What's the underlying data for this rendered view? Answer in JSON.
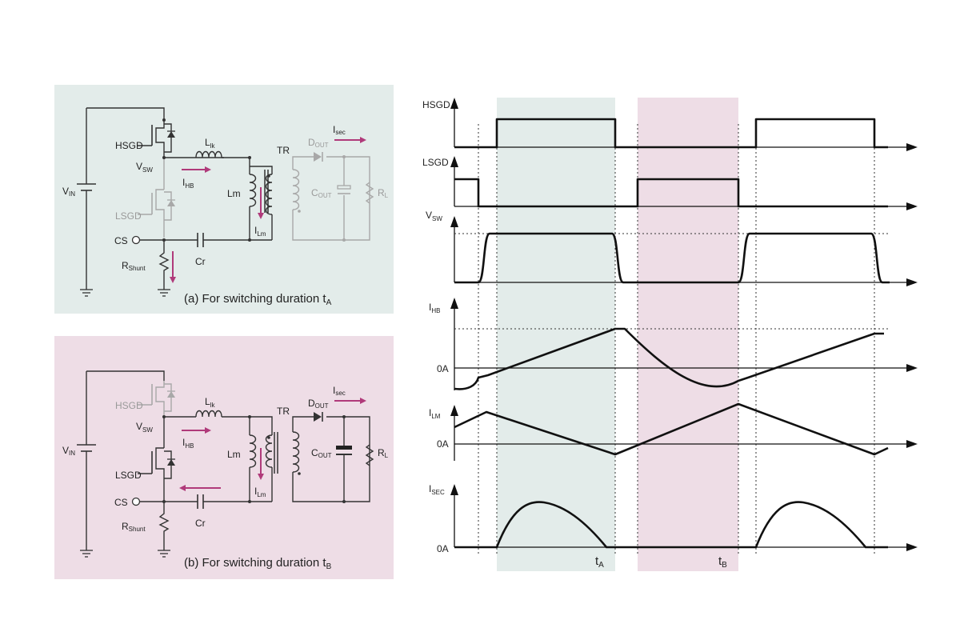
{
  "circuit_a": {
    "caption": "(a) For switching duration t",
    "caption_sub": "A",
    "colors": {
      "background": "#e3ecea",
      "accent": "#b03a7a"
    }
  },
  "circuit_b": {
    "caption": "(b) For switching duration t",
    "caption_sub": "B",
    "colors": {
      "background": "#eedde6",
      "accent": "#b03a7a"
    }
  },
  "labels": {
    "vin": "V",
    "vin_sub": "IN",
    "hsgd": "HSGD",
    "lsgd": "LSGD",
    "vsw": "V",
    "vsw_sub": "SW",
    "llk": "L",
    "llk_sub": "lk",
    "ihb": "I",
    "ihb_sub": "HB",
    "lm": "Lm",
    "ilm": "I",
    "ilm_sub": "Lm",
    "tr": "TR",
    "dout": "D",
    "dout_sub": "OUT",
    "isec": "I",
    "isec_sub": "sec",
    "cout": "C",
    "cout_sub": "OUT",
    "rl": "R",
    "rl_sub": "L",
    "cs": "CS",
    "rshunt": "R",
    "rshunt_sub": "Shunt",
    "cr": "Cr"
  },
  "timing": {
    "signals": [
      {
        "name": "HSGD",
        "sub": ""
      },
      {
        "name": "LSGD",
        "sub": ""
      },
      {
        "name": "V",
        "sub": "SW"
      },
      {
        "name": "I",
        "sub": "HB"
      },
      {
        "name": "I",
        "sub": "LM"
      },
      {
        "name": "I",
        "sub": "SEC"
      }
    ],
    "zero_label": "0A",
    "ta": "t",
    "ta_sub": "A",
    "tb": "t",
    "tb_sub": "B",
    "colors": {
      "ta_band": "#e3ecea",
      "tb_band": "#eedde6",
      "trace": "#111111"
    }
  }
}
